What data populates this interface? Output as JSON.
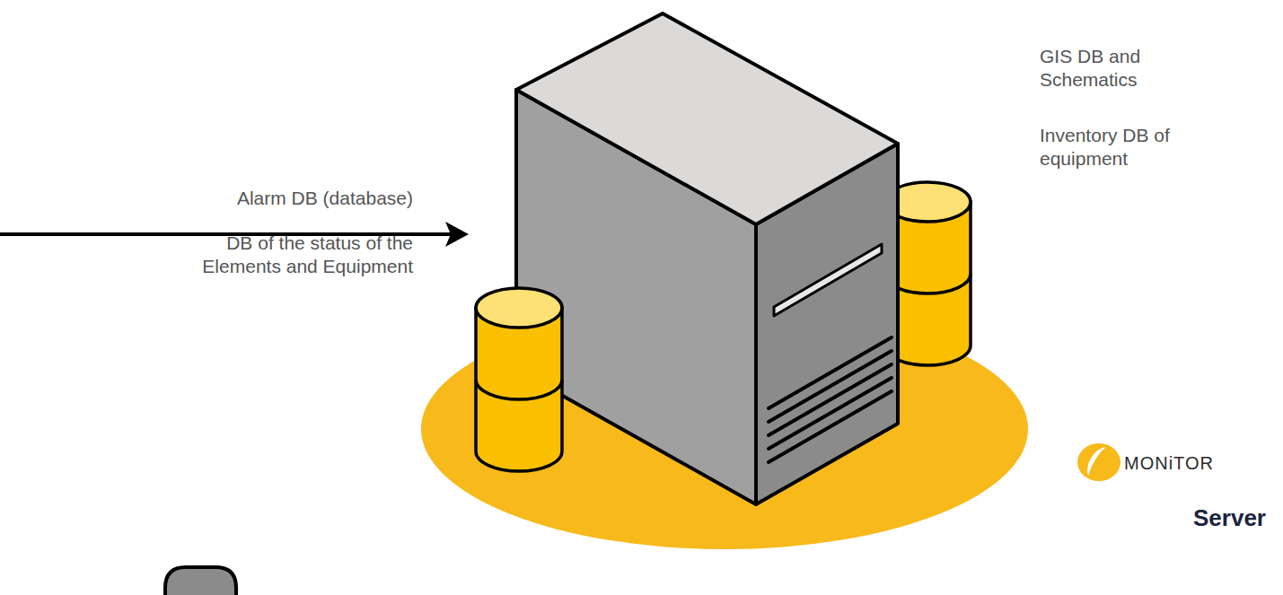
{
  "diagram": {
    "labels": [
      "GIS DB and Schematics",
      "Inventory DB of equipment",
      "Alarm DB (database)",
      "DB of the status of the Elements and Equipment",
      "MONiTOR",
      "Server"
    ]
  }
}
